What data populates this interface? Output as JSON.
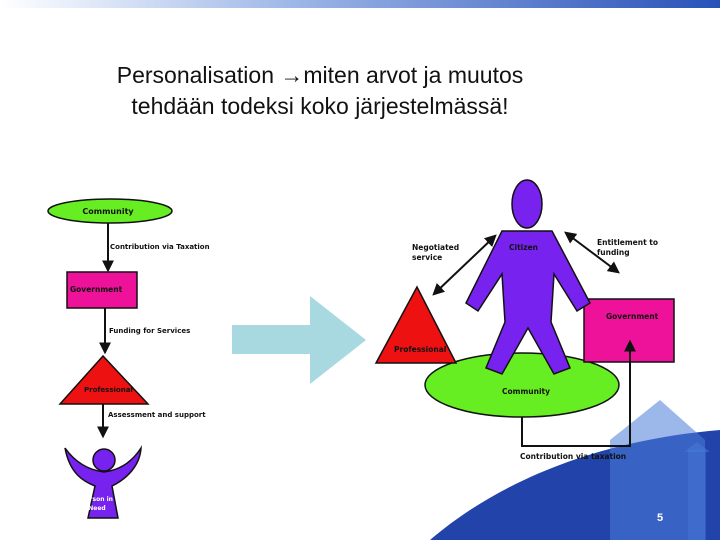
{
  "title": {
    "line1_a": "Personalisation ",
    "arrow": "→",
    "line1_b": "miten arvot ja muutos",
    "line2": "tehdään todeksi koko järjestelmässä!"
  },
  "left_diagram": {
    "community": "Community",
    "contribution": "Contribution via Taxation",
    "government": "Government",
    "funding": "Funding for Services",
    "professional": "Professional",
    "assessment": "Assessment and support",
    "person_line1": "Person in",
    "person_line2": "Need"
  },
  "right_diagram": {
    "negotiated_line1": "Negotiated",
    "negotiated_line2": "service",
    "citizen": "Citizen",
    "entitlement_line1": "Entitlement to",
    "entitlement_line2": "funding",
    "government": "Government",
    "professional": "Professional",
    "community": "Community",
    "contribution": "Contribution via taxation"
  },
  "page_number": "5",
  "colors": {
    "community": "#66ee22",
    "government": "#ee1199",
    "professional": "#ee1111",
    "person": "#7722ee",
    "transition_arrow": "#a8d8e0",
    "footer_blue": "#2244aa"
  }
}
